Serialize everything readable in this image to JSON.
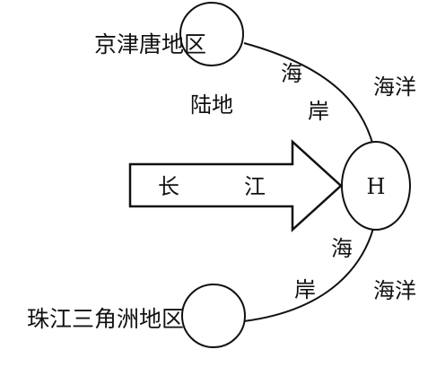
{
  "diagram": {
    "top_region_label": "京津唐地区",
    "bottom_region_label": "珠江三角洲地区",
    "land_label": "陆地",
    "ocean_label_top": "海洋",
    "ocean_label_bottom": "海洋",
    "coast_top_char1": "海",
    "coast_top_char2": "岸",
    "coast_bottom_char1": "海",
    "coast_bottom_char2": "岸",
    "arrow_char1": "长",
    "arrow_char2": "江",
    "center_node_label": "H"
  }
}
